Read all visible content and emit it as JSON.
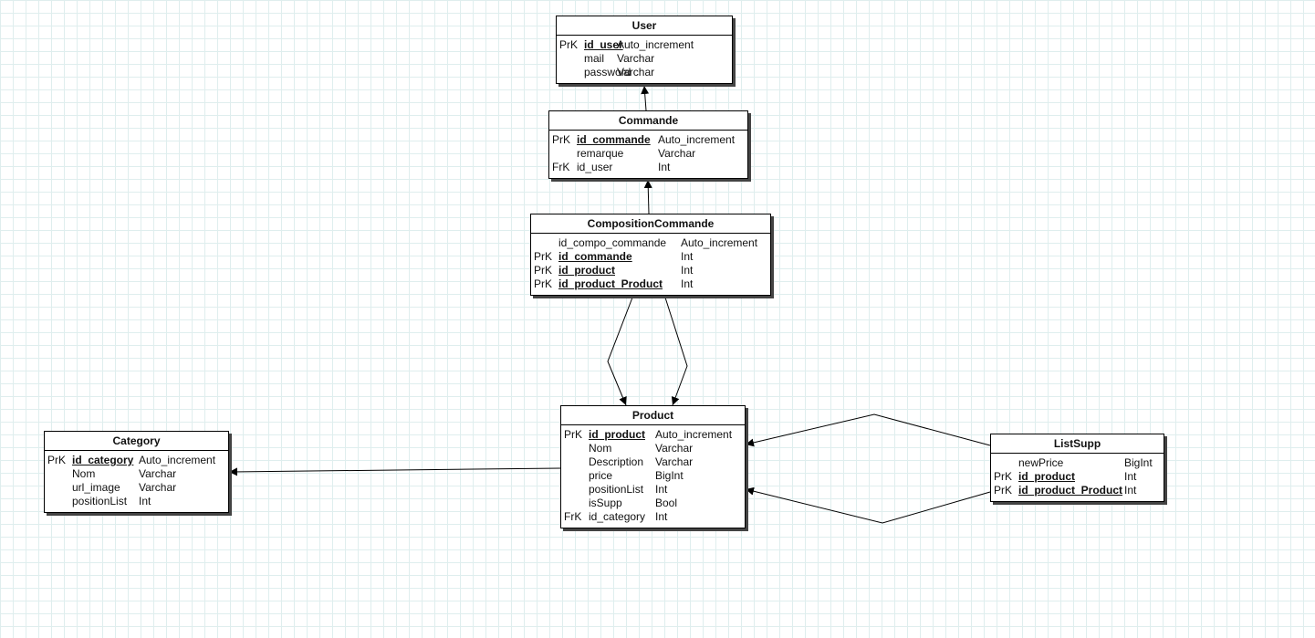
{
  "entities": {
    "user": {
      "name": "User",
      "fields": [
        {
          "key": "PrK",
          "name": "id_user",
          "type": "Auto_increment",
          "pk": true
        },
        {
          "key": "",
          "name": "mail",
          "type": "Varchar",
          "pk": false
        },
        {
          "key": "",
          "name": "password",
          "type": "Varchar",
          "pk": false
        }
      ]
    },
    "commande": {
      "name": "Commande",
      "fields": [
        {
          "key": "PrK",
          "name": "id_commande",
          "type": "Auto_increment",
          "pk": true
        },
        {
          "key": "",
          "name": "remarque",
          "type": "Varchar",
          "pk": false
        },
        {
          "key": "FrK",
          "name": "id_user",
          "type": "Int",
          "pk": false
        }
      ]
    },
    "composition": {
      "name": "CompositionCommande",
      "fields": [
        {
          "key": "",
          "name": "id_compo_commande",
          "type": "Auto_increment",
          "pk": false
        },
        {
          "key": "PrK",
          "name": "id_commande",
          "type": "Int",
          "pk": true
        },
        {
          "key": "PrK",
          "name": "id_product",
          "type": "Int",
          "pk": true
        },
        {
          "key": "PrK",
          "name": "id_product_Product",
          "type": "Int",
          "pk": true
        }
      ]
    },
    "product": {
      "name": "Product",
      "fields": [
        {
          "key": "PrK",
          "name": "id_product",
          "type": "Auto_increment",
          "pk": true
        },
        {
          "key": "",
          "name": "Nom",
          "type": "Varchar",
          "pk": false
        },
        {
          "key": "",
          "name": "Description",
          "type": "Varchar",
          "pk": false
        },
        {
          "key": "",
          "name": "price",
          "type": "BigInt",
          "pk": false
        },
        {
          "key": "",
          "name": "positionList",
          "type": "Int",
          "pk": false
        },
        {
          "key": "",
          "name": "isSupp",
          "type": "Bool",
          "pk": false
        },
        {
          "key": "FrK",
          "name": "id_category",
          "type": "Int",
          "pk": false
        }
      ]
    },
    "category": {
      "name": "Category",
      "fields": [
        {
          "key": "PrK",
          "name": "id_category",
          "type": "Auto_increment",
          "pk": true
        },
        {
          "key": "",
          "name": "Nom",
          "type": "Varchar",
          "pk": false
        },
        {
          "key": "",
          "name": "url_image",
          "type": "Varchar",
          "pk": false
        },
        {
          "key": "",
          "name": "positionList",
          "type": "Int",
          "pk": false
        }
      ]
    },
    "listsupp": {
      "name": "ListSupp",
      "fields": [
        {
          "key": "",
          "name": "newPrice",
          "type": "BigInt",
          "pk": false
        },
        {
          "key": "PrK",
          "name": "id_product",
          "type": "Int",
          "pk": true
        },
        {
          "key": "PrK",
          "name": "id_product_Product",
          "type": "Int",
          "pk": true
        }
      ]
    }
  },
  "relations": [
    {
      "from": "commande",
      "to": "user"
    },
    {
      "from": "composition",
      "to": "commande"
    },
    {
      "from": "composition",
      "to": "product"
    },
    {
      "from": "composition",
      "to": "product"
    },
    {
      "from": "product",
      "to": "category"
    },
    {
      "from": "listsupp",
      "to": "product"
    },
    {
      "from": "listsupp",
      "to": "product"
    }
  ]
}
